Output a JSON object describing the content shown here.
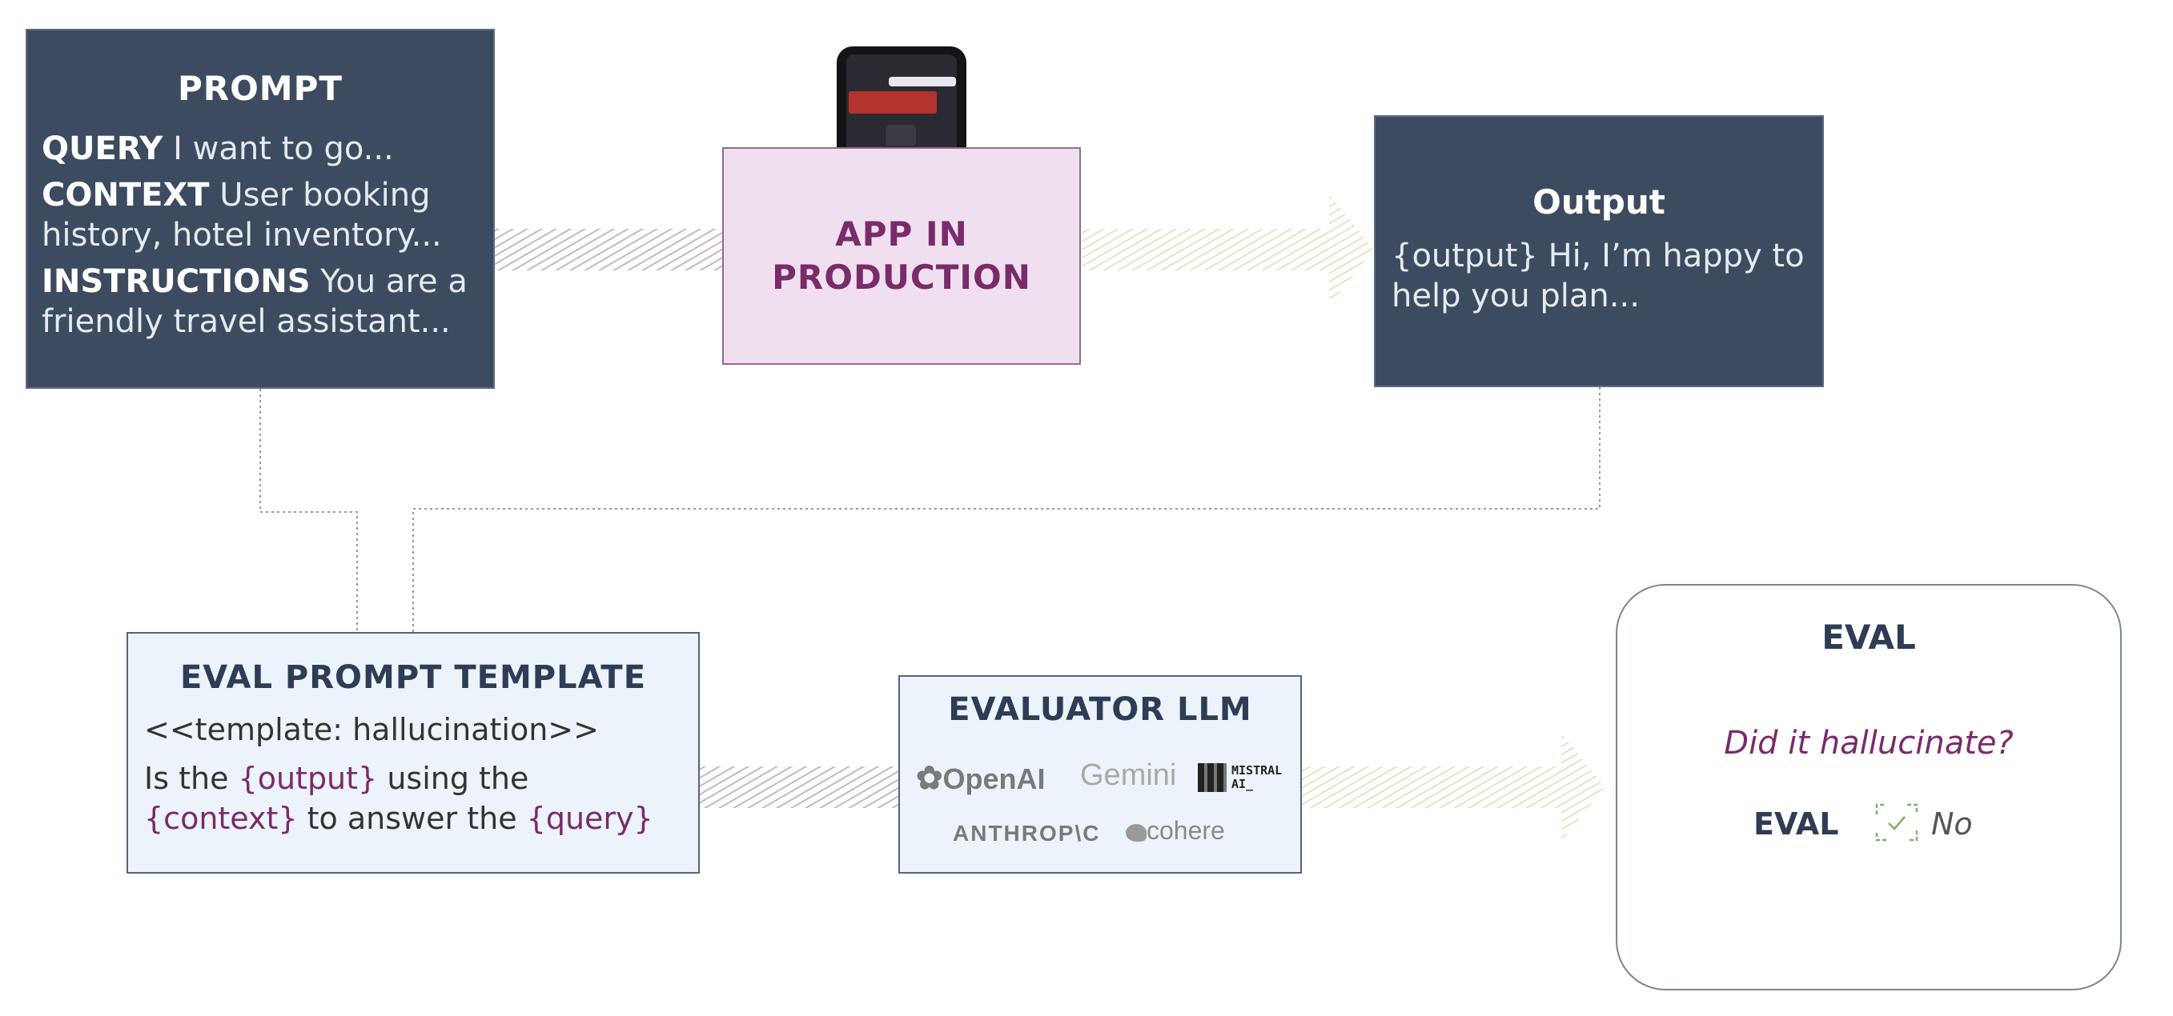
{
  "prompt": {
    "title": "PROMPT",
    "query_key": "QUERY",
    "query_text": "I want to go...",
    "context_key": "CONTEXT",
    "context_text": "User booking history, hotel inventory...",
    "instructions_key": "INSTRUCTIONS",
    "instructions_text": "You are a friendly  travel assistant..."
  },
  "app": {
    "line1": "APP IN",
    "line2": "PRODUCTION"
  },
  "output": {
    "title": "Output",
    "var": "{output}",
    "text": "Hi, I’m happy to help you plan..."
  },
  "template": {
    "title": "EVAL PROMPT TEMPLATE",
    "tag": "<<template: hallucination>>",
    "q1": "Is the ",
    "v_output": "{output}",
    "q2": " using the",
    "v_context": "{context}",
    "q3": " to answer the ",
    "v_query": "{query}"
  },
  "evaluator": {
    "title": "EVALUATOR LLM",
    "logos": {
      "openai": "OpenAI",
      "gemini": "Gemini",
      "mistral_1": "MISTRAL",
      "mistral_2": "AI_",
      "anthropic": "ANTHROP\\C",
      "cohere": "cohere"
    }
  },
  "eval": {
    "title": "EVAL",
    "question": "Did it hallucinate?",
    "label": "EVAL",
    "result": "No"
  },
  "colors": {
    "dark_box": "#3d4b60",
    "app_fill": "#f0e0ef",
    "accent_purple": "#7a2b6b",
    "light_box": "#edf3fb",
    "hatch_pink": "#c9b5c4",
    "hatch_cream": "#e8e0c0",
    "check_green": "#7fb069"
  },
  "icons": [
    "phone-screenshot",
    "openai-logo",
    "gemini-logo",
    "mistral-logo",
    "anthropic-logo",
    "cohere-logo",
    "check-icon"
  ]
}
